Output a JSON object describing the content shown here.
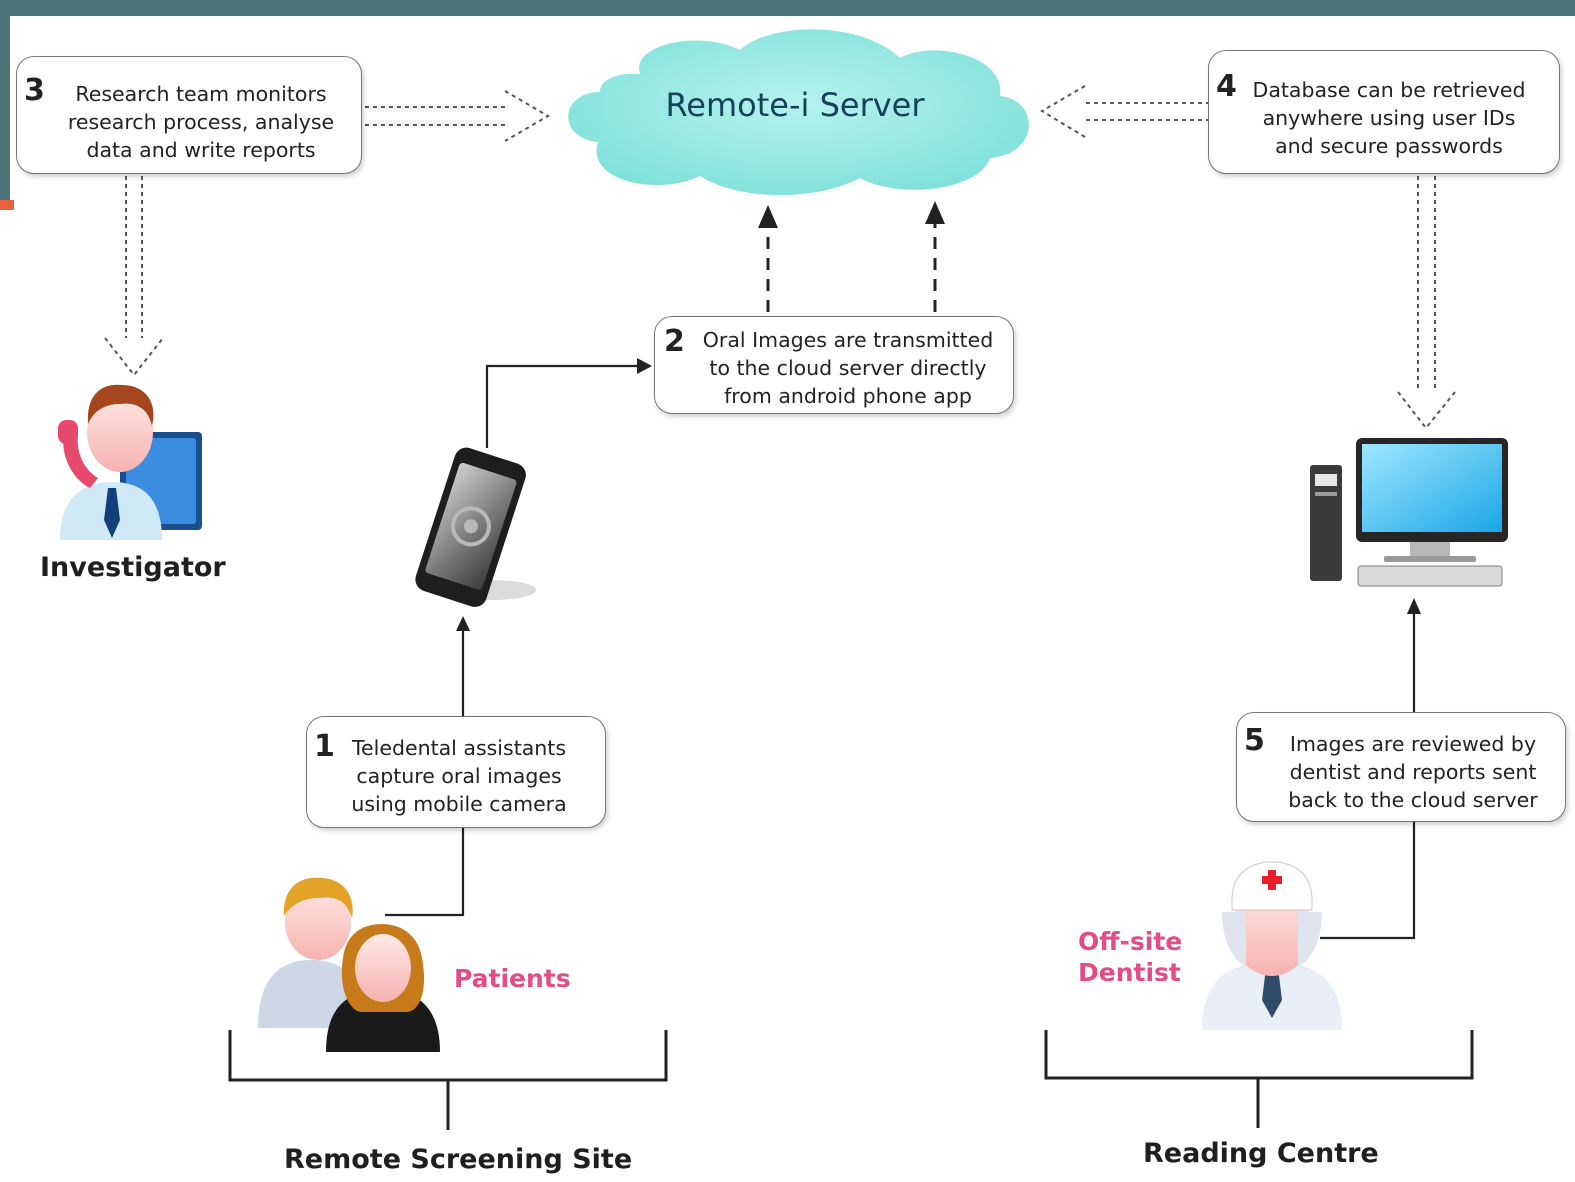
{
  "server": {
    "title": "Remote-i Server"
  },
  "steps": [
    {
      "number": "1",
      "text": "Teledental assistants capture oral images using mobile camera"
    },
    {
      "number": "2",
      "text": "Oral Images are transmitted to the cloud server directly from android phone app"
    },
    {
      "number": "3",
      "text": "Research team monitors research process, analyse data and write reports"
    },
    {
      "number": "4",
      "text": "Database can be retrieved anywhere using user IDs and secure passwords"
    },
    {
      "number": "5",
      "text": "Images are reviewed by dentist and reports sent back to the cloud server"
    }
  ],
  "actors": {
    "investigator": "Investigator",
    "patients": "Patients",
    "dentist": "Off-site Dentist"
  },
  "sites": {
    "remote": "Remote Screening Site",
    "reading": "Reading Centre"
  },
  "colors": {
    "header_bar": "#4d7478",
    "cloud": "#82e3de",
    "highlight_label": "#e44c86"
  }
}
